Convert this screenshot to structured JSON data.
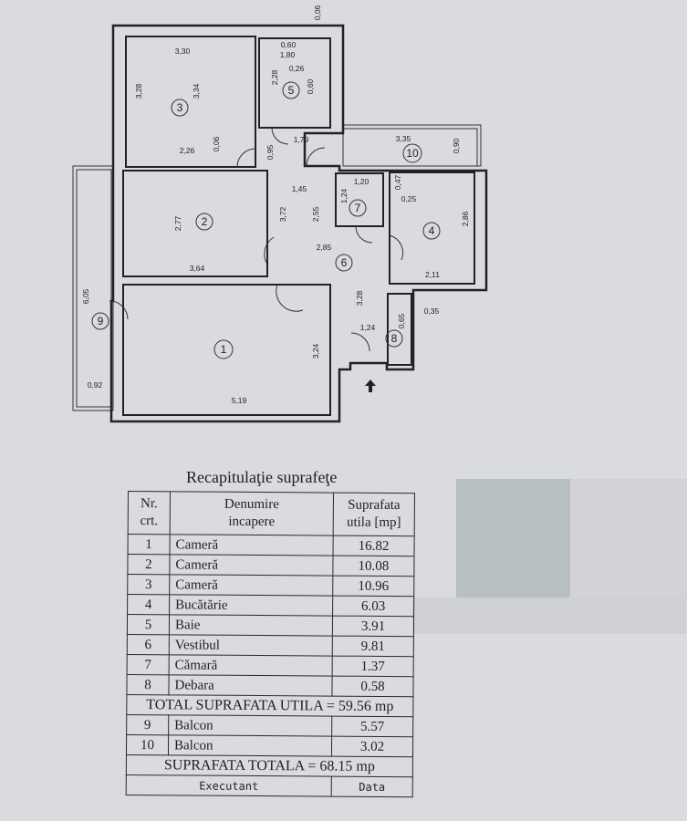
{
  "plan": {
    "rooms": {
      "r1": "1",
      "r2": "2",
      "r3": "3",
      "r4": "4",
      "r5": "5",
      "r6": "6",
      "r7": "7",
      "r8": "8",
      "r9": "9",
      "r10": "10"
    },
    "dims": {
      "d330": "3,30",
      "d328a": "3,28",
      "d334": "3,34",
      "d226": "2,26",
      "d006a": "0,06",
      "d060a": "0,60",
      "d180": "1,80",
      "d026": "0,26",
      "d228": "2,28",
      "d060b": "0,60",
      "d006b": "0,06",
      "d179": "1,79",
      "d095": "0,95",
      "d335": "3,35",
      "d090": "0,90",
      "d145": "1,45",
      "d372": "3,72",
      "d255": "2,55",
      "d120": "1,20",
      "d124a": "1,24",
      "d047": "0,47",
      "d025": "0,25",
      "d286": "2,86",
      "d277": "2,77",
      "d364": "3,64",
      "d285": "2,85",
      "d211": "2,11",
      "d605": "6,05",
      "d328b": "3,28",
      "d035": "0,35",
      "d124b": "1,24",
      "d065": "0,65",
      "d324": "3,24",
      "d092": "0,92",
      "d519": "5,19"
    },
    "entrance_icon": "up-arrow"
  },
  "table": {
    "title": "Recapitulaţie suprafeţe",
    "headers": {
      "nr": "Nr.\ncrt.",
      "name": "Denumire\nincapere",
      "area": "Suprafata\nutila [mp]"
    },
    "rows": [
      {
        "nr": "1",
        "name": "Cameră",
        "area": "16.82"
      },
      {
        "nr": "2",
        "name": "Cameră",
        "area": "10.08"
      },
      {
        "nr": "3",
        "name": "Cameră",
        "area": "10.96"
      },
      {
        "nr": "4",
        "name": "Bucătărie",
        "area": "6.03"
      },
      {
        "nr": "5",
        "name": "Baie",
        "area": "3.91"
      },
      {
        "nr": "6",
        "name": "Vestibul",
        "area": "9.81"
      },
      {
        "nr": "7",
        "name": "Cămară",
        "area": "1.37"
      },
      {
        "nr": "8",
        "name": "Debara",
        "area": "0.58"
      }
    ],
    "total_utila": "TOTAL SUPRAFATA UTILA = 59.56 mp",
    "balcony_rows": [
      {
        "nr": "9",
        "name": "Balcon",
        "area": "5.57"
      },
      {
        "nr": "10",
        "name": "Balcon",
        "area": "3.02"
      }
    ],
    "total": "SUPRAFATA TOTALA = 68.15 mp",
    "footer": {
      "executant": "Executant",
      "data": "Data"
    }
  }
}
